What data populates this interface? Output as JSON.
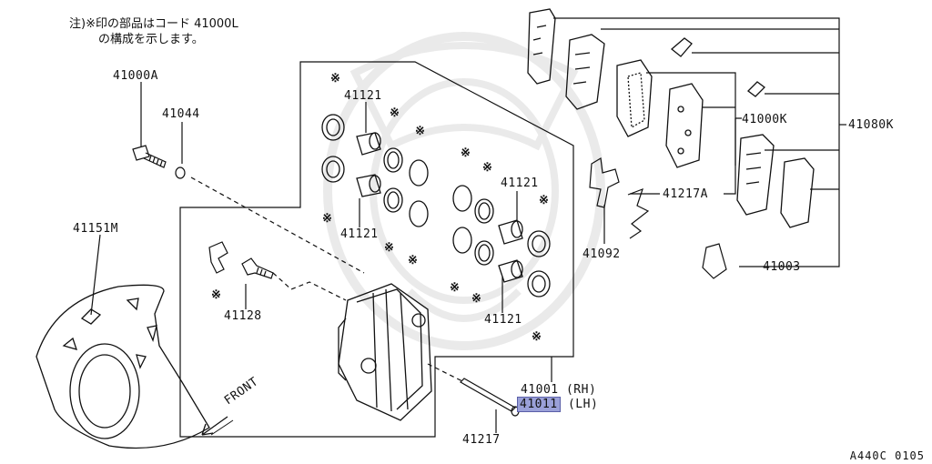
{
  "note": {
    "line1": "注)※印の部品はコード 41000L",
    "line2": "の構成を示します。"
  },
  "asterisk": "※",
  "labels": {
    "p41000A": "41000A",
    "p41044": "41044",
    "p41151M": "41151M",
    "p41121_a": "41121",
    "p41121_b": "41121",
    "p41121_c": "41121",
    "p41121_d": "41121",
    "p41128": "41128",
    "p41000K": "41000K",
    "p41080K": "41080K",
    "p41217A": "41217A",
    "p41092": "41092",
    "p41003": "41003",
    "p41001": "41001",
    "rh": "(RH)",
    "p41011": "41011",
    "lh": "(LH)",
    "p41217": "41217",
    "front": "FRONT"
  },
  "diagram_code": "A440C 0105",
  "colors": {
    "highlight": "#9aa0d8",
    "line": "#111111"
  }
}
